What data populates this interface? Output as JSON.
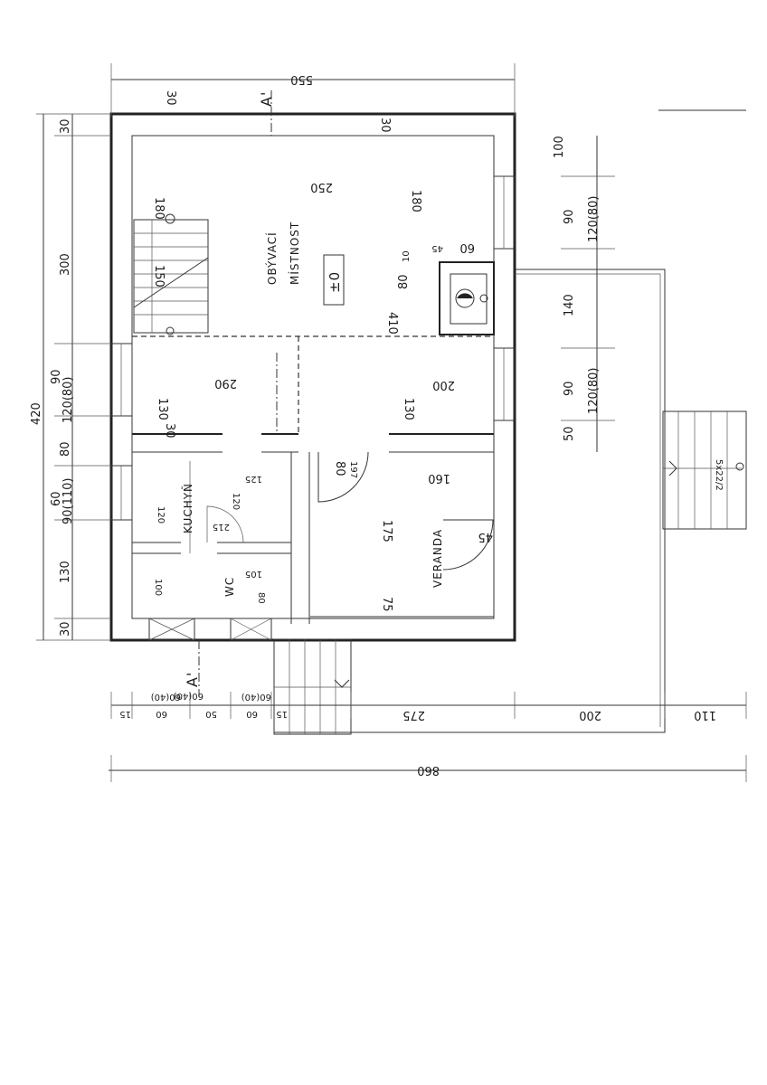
{
  "drawing": {
    "rooms": {
      "living_room_line1": "OBÝVACÍ",
      "living_room_line2": "MÍSTNOST",
      "level_mark": "±0",
      "kitchen": "KUCHYŇ",
      "wc": "WC",
      "veranda": "VERANDA"
    },
    "section_marks": {
      "top": "A'",
      "bottom": "A'"
    },
    "dimensions": {
      "top_overall": "550",
      "bottom_overall": "860",
      "left_overall": "420",
      "left_chain": [
        "30",
        "300",
        "90",
        "120(80)",
        "80",
        "60",
        "90(110)",
        "130",
        "30"
      ],
      "right_chain": [
        "100",
        "90",
        "120(80)",
        "140",
        "90",
        "120(80)",
        "50"
      ],
      "bottom_chain": [
        "15",
        "60",
        "50",
        "60",
        "60(40)",
        "15",
        "275",
        "200",
        "110"
      ],
      "opening_labels": [
        "60(40)",
        "60(40)"
      ],
      "interior": {
        "living_width": "290",
        "living_depth": "410",
        "living_top": "250",
        "living_180": "180",
        "living_130a": "130",
        "living_130b": "130",
        "living_200": "200",
        "living_80": "80",
        "top_30a": "30",
        "top_30b": "30",
        "stair_150": "150",
        "stair_180": "180",
        "hall_30": "30",
        "kitchen_120a": "120",
        "kitchen_120b": "120",
        "kitchen_125": "125",
        "kitchen_215": "215",
        "kitchen_100": "100",
        "wc_105": "105",
        "wc_80": "80",
        "veranda_160": "160",
        "veranda_175": "175",
        "veranda_75": "75",
        "veranda_45": "45",
        "door_80": "80",
        "door_197": "197",
        "stairs_note": "5x22/2",
        "fireplace_60": "60",
        "fireplace_10": "10",
        "fireplace_45": "45"
      }
    }
  }
}
